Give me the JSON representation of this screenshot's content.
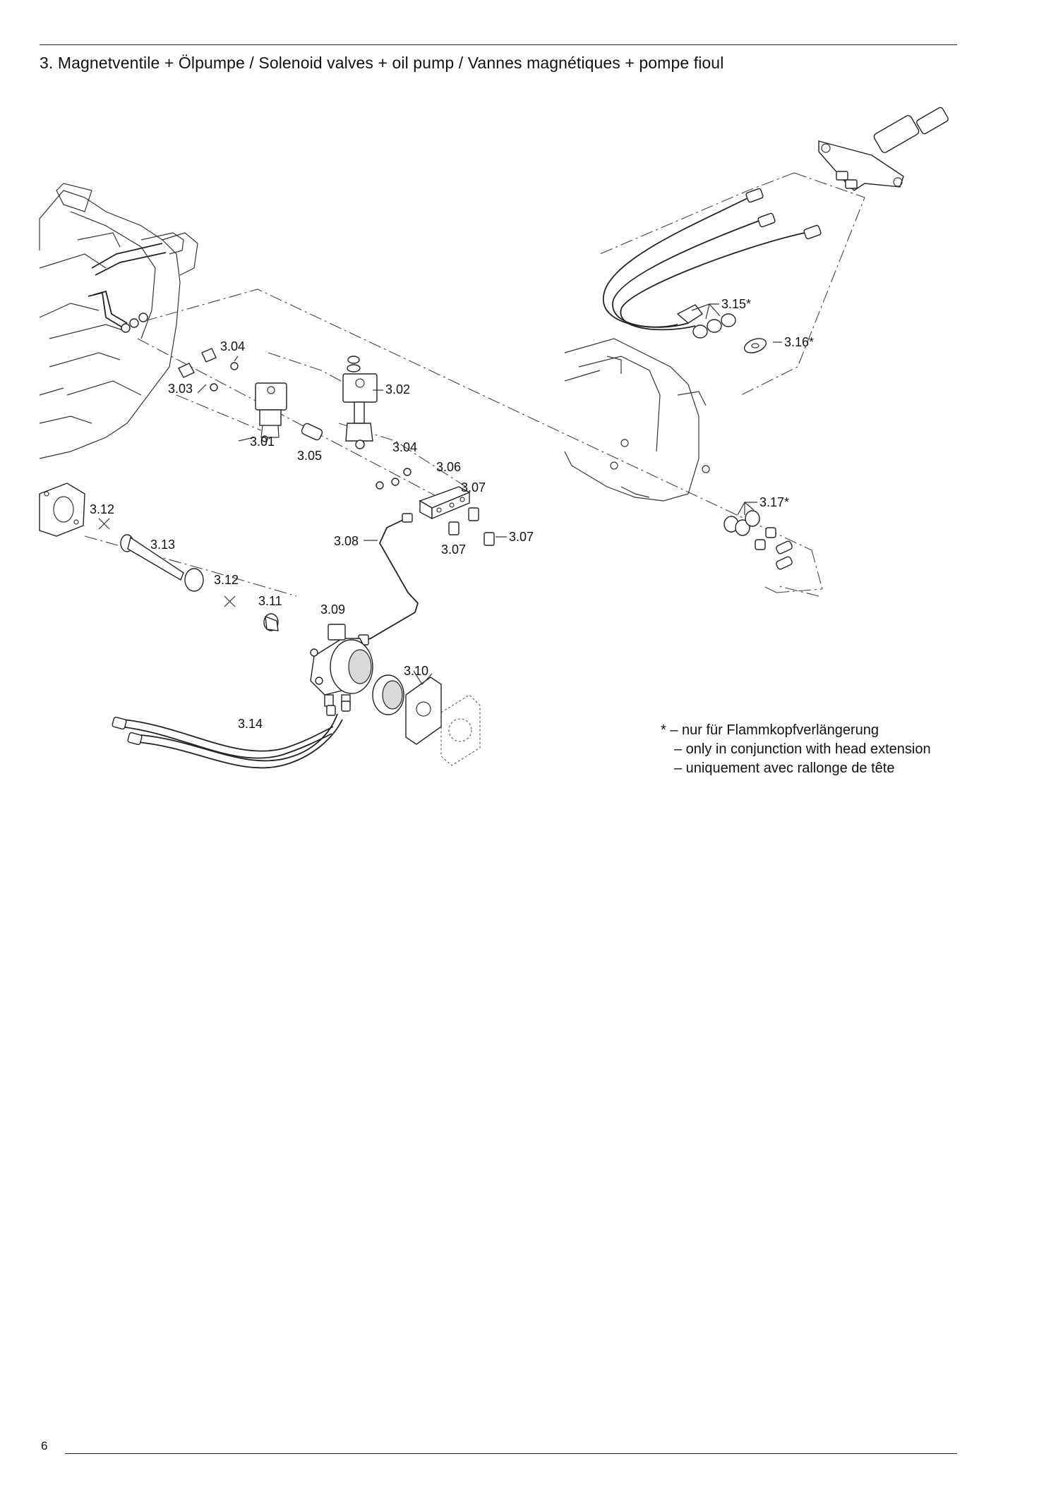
{
  "section_title": "3. Magnetventile + Ölpumpe / Solenoid valves + oil pump / Vannes magnétiques + pompe fioul",
  "page_number": "6",
  "callouts": {
    "c301": "3.01",
    "c302": "3.02",
    "c303": "3.03",
    "c304a": "3.04",
    "c304b": "3.04",
    "c305": "3.05",
    "c306": "3.06",
    "c307a": "3.07",
    "c307b": "3.07",
    "c307c": "3.07",
    "c308": "3.08",
    "c309": "3.09",
    "c310": "3.10",
    "c311": "3.11",
    "c312a": "3.12",
    "c312b": "3.12",
    "c313": "3.13",
    "c314": "3.14",
    "c315": "3.15*",
    "c316": "3.16*",
    "c317": "3.17*"
  },
  "footnote": {
    "line1": "* – nur für Flammkopfverlängerung",
    "line2": "– only in conjunction with head extension",
    "line3": "– uniquement avec rallonge de tête"
  }
}
